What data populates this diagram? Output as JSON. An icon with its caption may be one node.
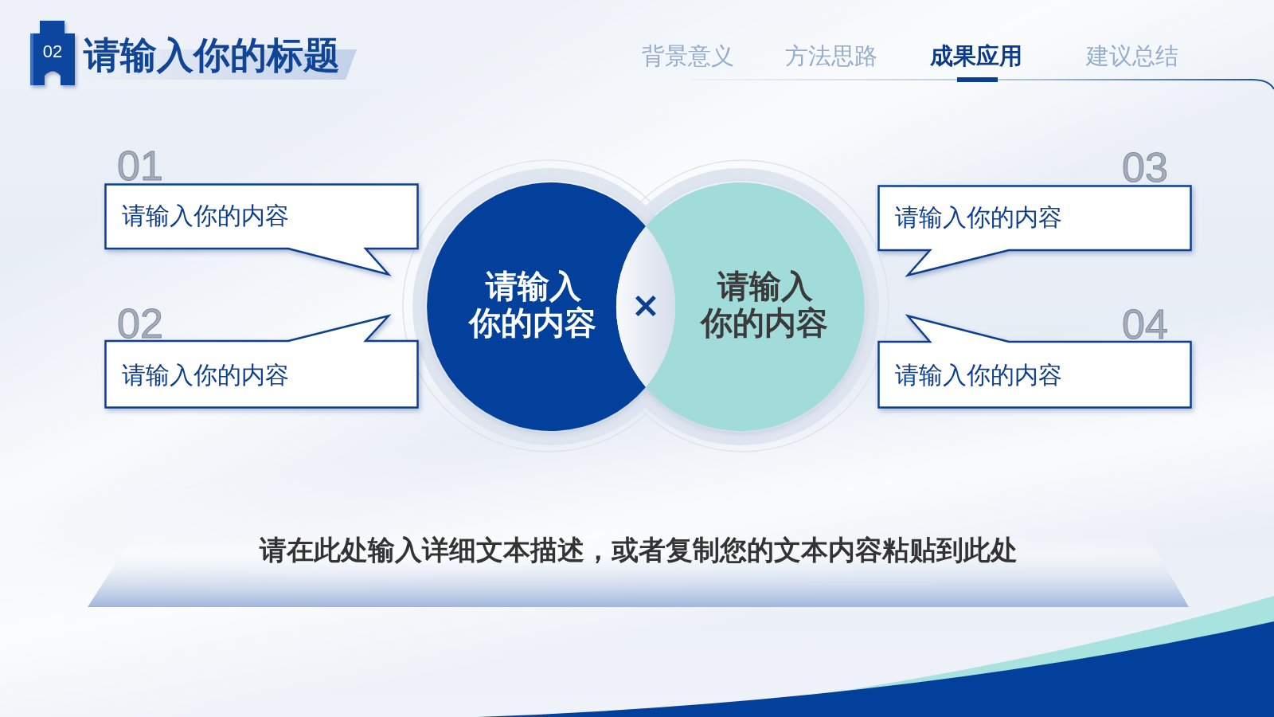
{
  "diagram": {
    "title": "请输入你的标题",
    "nodes": [
      {
        "text": [
          "02"
        ]
      },
      {
        "text": [
          "请输入你的内容"
        ],
        "beside": [
          "01"
        ]
      },
      {
        "text": [
          "请输入你的内容"
        ],
        "beside": [
          "02"
        ]
      },
      {
        "text": [
          "请输入你的内容"
        ]
      },
      {
        "text": [
          "请输入你的内容"
        ]
      },
      {
        "text": [
          "请输入你的内容"
        ],
        "beside": [
          "03"
        ]
      },
      {
        "text": [
          "请输入你的内容"
        ],
        "beside": [
          "04"
        ]
      },
      {
        "text": [
          "请在此处输入详细文本描述，或者复制您的文本内容粘贴到此处"
        ]
      }
    ],
    "labels": [
      "背景意义",
      "方法思路",
      "成果应用",
      "建议总结",
      "×"
    ]
  }
}
